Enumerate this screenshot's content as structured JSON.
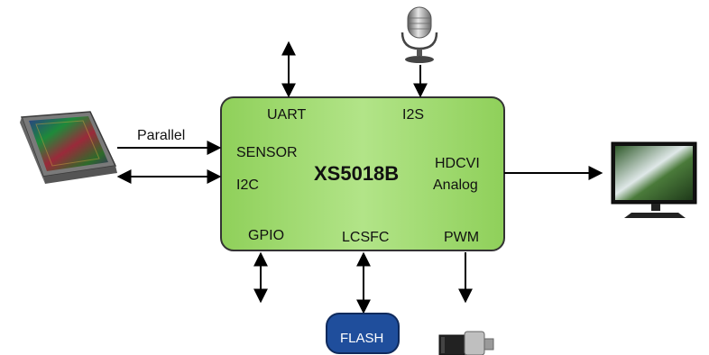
{
  "chip": {
    "name": "XS5018B",
    "fill_color": "#9ed86a",
    "border_color": "#333333"
  },
  "interfaces": {
    "uart": "UART",
    "i2s": "I2S",
    "sensor": "SENSOR",
    "i2c": "I2C",
    "hdcvi": "HDCVI",
    "analog": "Analog",
    "gpio": "GPIO",
    "lcsfc": "LCSFC",
    "pwm": "PWM"
  },
  "links": {
    "parallel": "Parallel"
  },
  "peripherals": {
    "flash": "FLASH",
    "flash_color": "#1f4e9c",
    "camera_sensor_icon": "camera-sensor-icon",
    "microphone_icon": "microphone-icon",
    "monitor_icon": "monitor-icon",
    "motor_icon": "motor-icon"
  }
}
